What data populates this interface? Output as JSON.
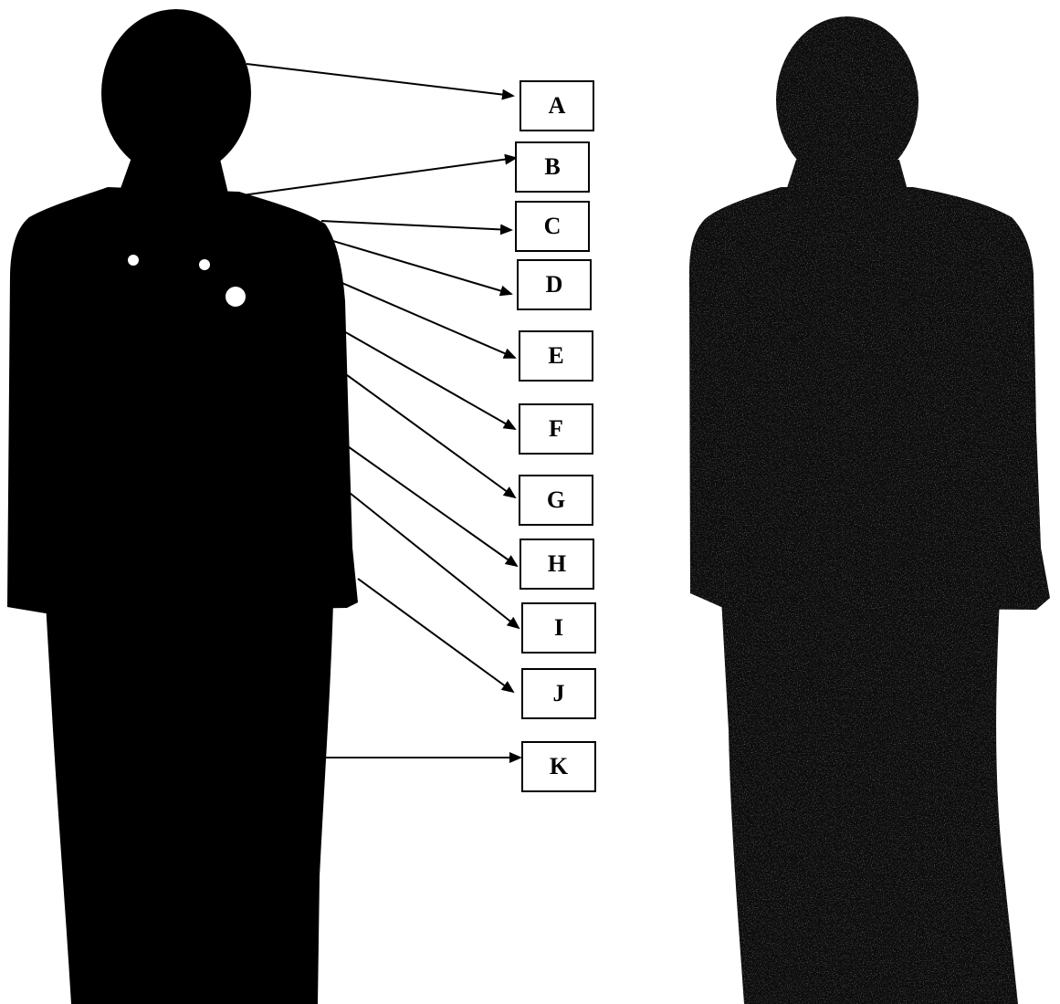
{
  "colors": {
    "silhouette": "#000000",
    "background": "#ffffff",
    "marker_holes": "#ffffff",
    "label_border": "#000000"
  },
  "figures": [
    {
      "view": "front",
      "markers": 3
    },
    {
      "view": "back"
    }
  ],
  "labels": [
    "A",
    "B",
    "C",
    "D",
    "E",
    "F",
    "G",
    "H",
    "I",
    "J",
    "K"
  ]
}
